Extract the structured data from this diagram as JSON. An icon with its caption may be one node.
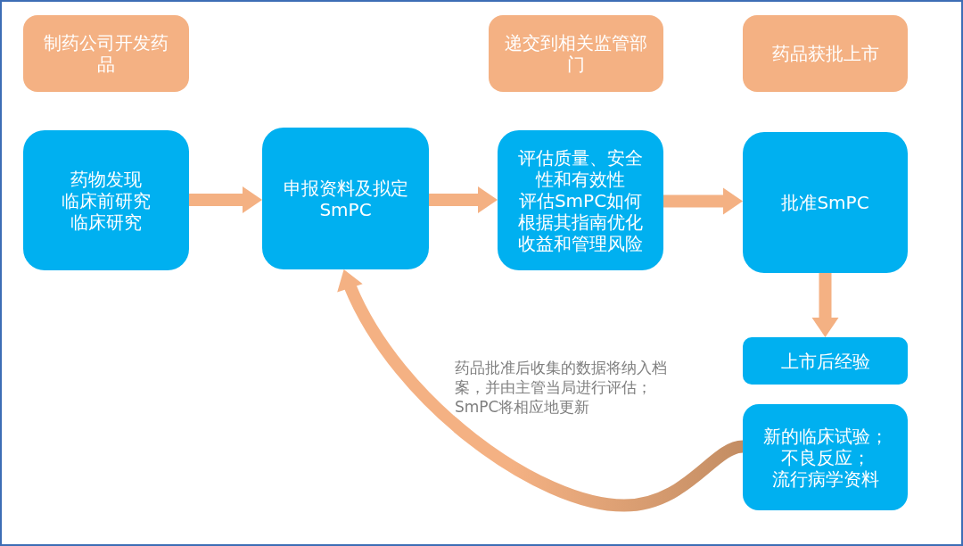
{
  "diagram": {
    "nodes": [
      {
        "text": [
          "制药公司开发药品"
        ]
      },
      {
        "text": [
          "递交到相关监管部门"
        ]
      },
      {
        "text": [
          "药品获批上市"
        ]
      },
      {
        "text": [
          "药物发现",
          "临床前研究",
          "临床研究"
        ]
      },
      {
        "text": [
          "申报资料及拟定SmPC"
        ]
      },
      {
        "text": [
          "评估质量、安全性和有效性",
          "评估SmPC如何根据其指南优化收益和管理风险"
        ]
      },
      {
        "text": [
          "批准SmPC"
        ]
      },
      {
        "text": [
          "上市后经验"
        ]
      },
      {
        "text": [
          "新的临床试验；",
          "不良反应；",
          "流行病学资料"
        ]
      }
    ],
    "edges": [
      {
        "from": 3,
        "to": 4,
        "arrow": "to"
      },
      {
        "from": 4,
        "to": 5,
        "arrow": "to"
      },
      {
        "from": 5,
        "to": 6,
        "arrow": "to"
      },
      {
        "from": 6,
        "to": 7,
        "arrow": "to"
      },
      {
        "from": 8,
        "to": 4,
        "arrow": "to",
        "label": "药品批准后收集的数据将纳入档案，并由主管当局进行评估；SmPC将相应地更新"
      }
    ]
  }
}
